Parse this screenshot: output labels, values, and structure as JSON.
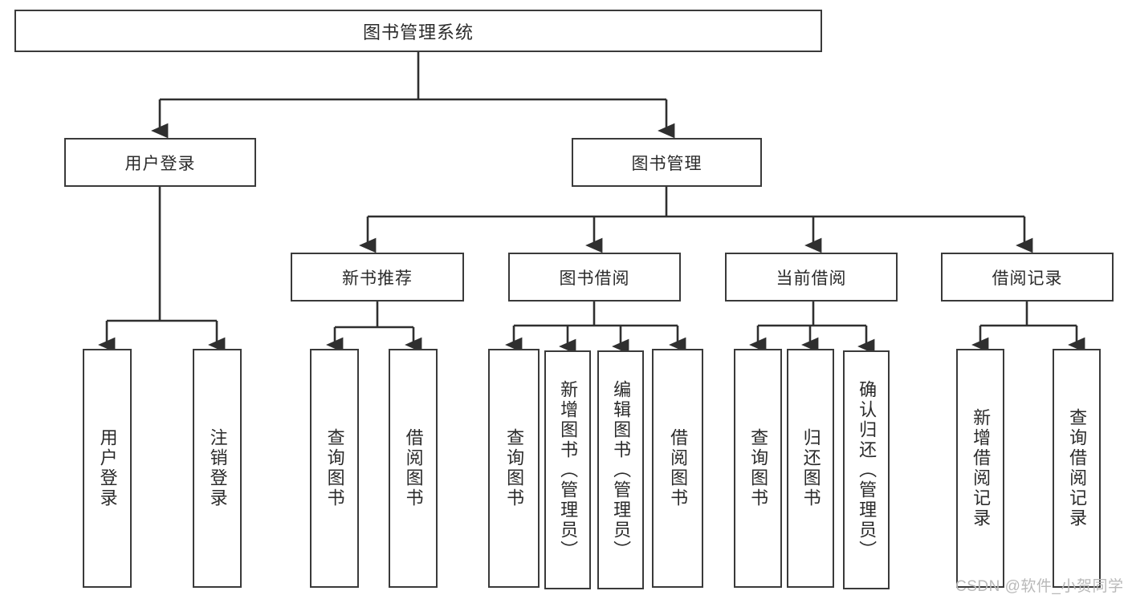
{
  "diagram": {
    "title_node": {
      "label": "图书管理系统"
    },
    "level1": [
      {
        "id": "user-login",
        "label": "用户登录"
      },
      {
        "id": "book-management",
        "label": "图书管理"
      }
    ],
    "level2": [
      {
        "id": "new-book-recommend",
        "label": "新书推荐"
      },
      {
        "id": "book-borrow",
        "label": "图书借阅"
      },
      {
        "id": "current-borrow",
        "label": "当前借阅"
      },
      {
        "id": "borrow-record",
        "label": "借阅记录"
      }
    ],
    "leaves": [
      {
        "id": "leaf-user-login",
        "label": "用户登录"
      },
      {
        "id": "leaf-logout",
        "label": "注销登录"
      },
      {
        "id": "leaf-query-book-1",
        "label": "查询图书"
      },
      {
        "id": "leaf-borrow-book-1",
        "label": "借阅图书"
      },
      {
        "id": "leaf-query-book-2",
        "label": "查询图书"
      },
      {
        "id": "leaf-add-book",
        "label": "新增图书（管理员）"
      },
      {
        "id": "leaf-edit-book",
        "label": "编辑图书（管理员）"
      },
      {
        "id": "leaf-borrow-book-2",
        "label": "借阅图书"
      },
      {
        "id": "leaf-query-book-3",
        "label": "查询图书"
      },
      {
        "id": "leaf-return-book",
        "label": "归还图书"
      },
      {
        "id": "leaf-confirm-return",
        "label": "确认归还（管理员）"
      },
      {
        "id": "leaf-add-record",
        "label": "新增借阅记录"
      },
      {
        "id": "leaf-query-record",
        "label": "查询借阅记录"
      }
    ],
    "watermark": "CSDN @软件_小贺同学",
    "colors": {
      "stroke": "#3a3a3a",
      "fill": "#ffffff",
      "text": "#2b2b2b",
      "watermark": "#b9b9b9"
    }
  }
}
